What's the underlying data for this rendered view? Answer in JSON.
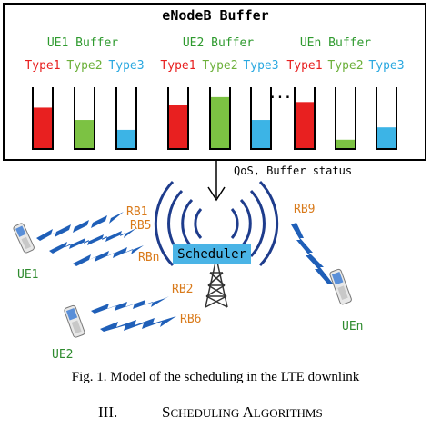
{
  "buffer": {
    "title": "eNodeB Buffer",
    "ellipsis": "...",
    "groups": [
      {
        "label": "UE1 Buffer",
        "type_labels": [
          "Type1",
          "Type2",
          "Type3"
        ],
        "levels": [
          0.67,
          0.47,
          0.31
        ]
      },
      {
        "label": "UE2 Buffer",
        "type_labels": [
          "Type1",
          "Type2",
          "Type3"
        ],
        "levels": [
          0.71,
          0.84,
          0.47
        ]
      },
      {
        "label": "UEn Buffer",
        "type_labels": [
          "Type1",
          "Type2",
          "Type3"
        ],
        "levels": [
          0.76,
          0.15,
          0.35
        ]
      }
    ],
    "type_colors": [
      "#e82020",
      "#7cc243",
      "#3cb4e6"
    ]
  },
  "arrow_label": "QoS, Buffer status",
  "scheduler_label": "Scheduler",
  "ue_labels": [
    "UE1",
    "UE2",
    "UEn"
  ],
  "rb_labels": [
    "RB1",
    "RB5",
    "RBn",
    "RB2",
    "RB6",
    "RB9"
  ],
  "colors": {
    "ue_label": "#2e8b2e",
    "rb_label": "#d97a1a",
    "wave": "#1e3c8c",
    "bolt": "#1f5fb8",
    "scheduler_fill": "#4ab4e6"
  },
  "caption": "Fig. 1. Model of the scheduling in the LTE downlink",
  "section": {
    "number": "III.",
    "title_cap1": "S",
    "title_rest1": "CHEDULING",
    "title_cap2": "A",
    "title_rest2": "LGORITHMS"
  }
}
